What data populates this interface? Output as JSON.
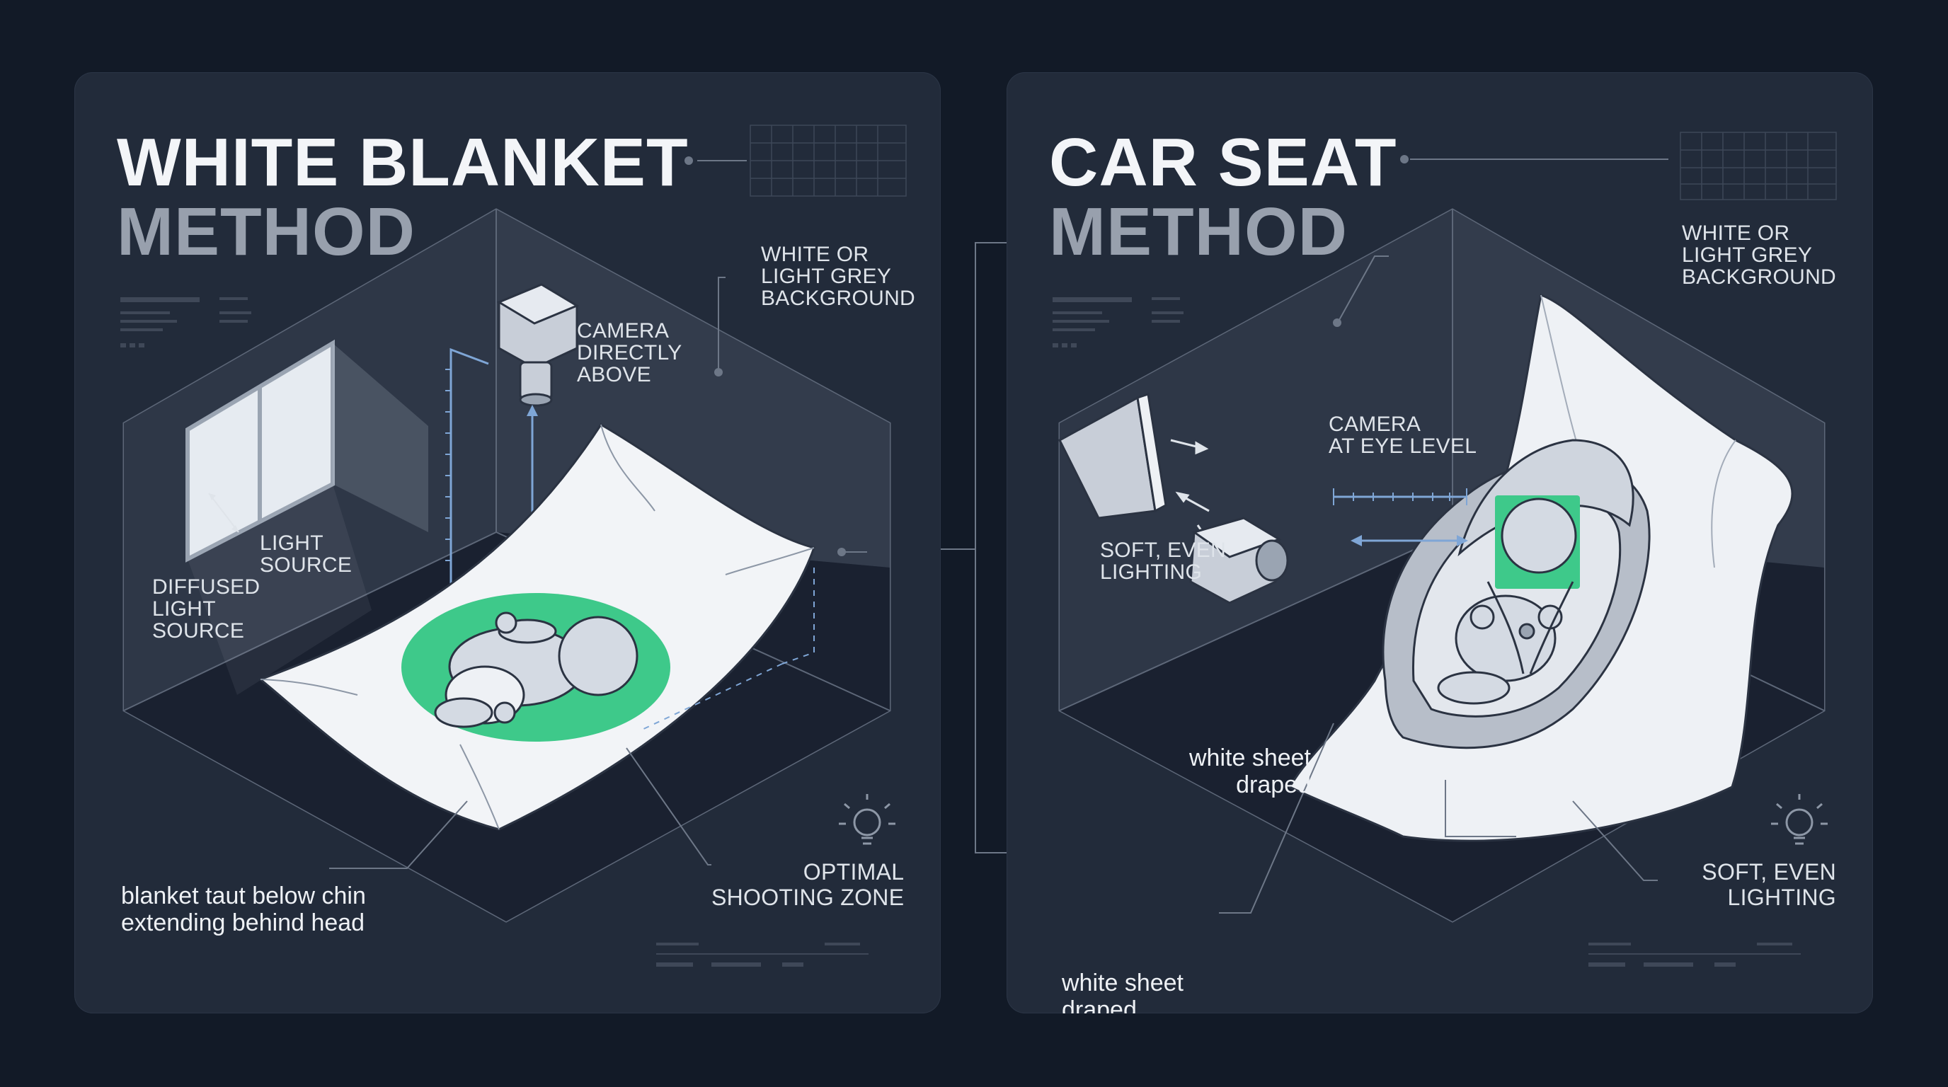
{
  "colors": {
    "background": "#121a27",
    "panel": "#222b3a",
    "accent_green": "#3ec98a",
    "accent_blue": "#7fa6d6",
    "title_primary": "#f3f5f8",
    "title_secondary": "#98a0ad"
  },
  "left": {
    "title_line1": "WHITE BLANKET",
    "title_line2": "METHOD",
    "labels": {
      "background": "WHITE OR\nLIGHT GREY\nBACKGROUND",
      "camera": "CAMERA\nDIRECTLY\nABOVE",
      "light_source": "LIGHT\nSOURCE",
      "diffused": "DIFFUSED\nLIGHT\nSOURCE",
      "blanket": "blanket taut below chin\nextending behind head",
      "zone": "OPTIMAL\nSHOOTING ZONE"
    },
    "icons": [
      "camera-icon",
      "window-icon",
      "baby-figure",
      "lightbulb-icon"
    ]
  },
  "right": {
    "title_line1": "CAR SEAT",
    "title_line2": "METHOD",
    "labels": {
      "background": "WHITE OR\nLIGHT GREY\nBACKGROUND",
      "camera": "CAMERA\nAT EYE LEVEL",
      "lighting_left": "SOFT, EVEN\nLIGHTING",
      "sheet_inner": "white sheet\ndraped",
      "sheet_outer": "white sheet\ndraped",
      "lighting_right": "SOFT, EVEN\nLIGHTING"
    },
    "icons": [
      "softbox-icon",
      "camera-icon",
      "car-seat",
      "baby-figure",
      "lightbulb-icon"
    ]
  }
}
